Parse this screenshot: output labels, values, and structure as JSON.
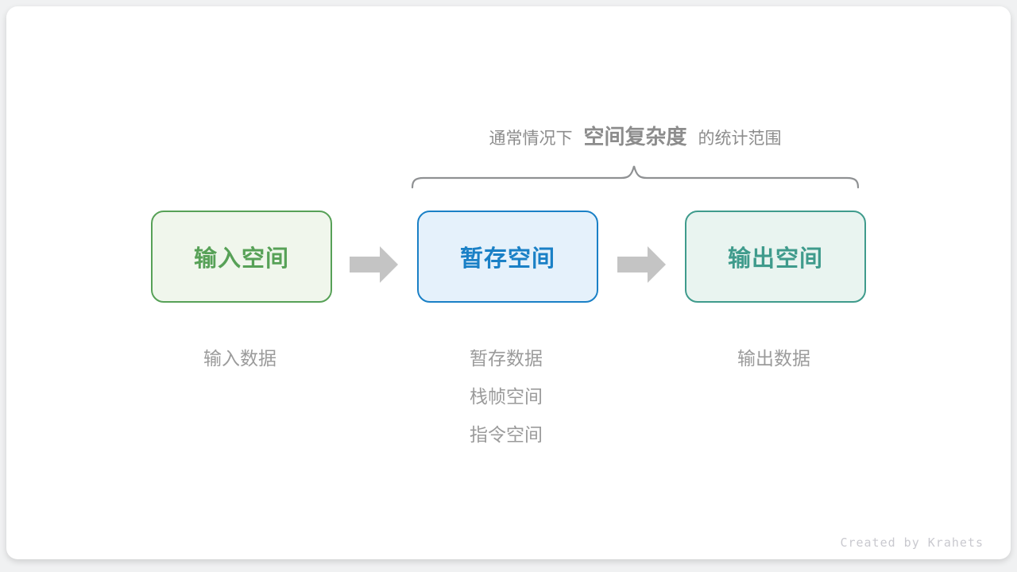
{
  "title": {
    "prefix": "通常情况下",
    "highlight": "空间复杂度",
    "suffix": "的统计范围"
  },
  "boxes": [
    {
      "label": "输入空间",
      "border": "#57a157",
      "bg": "#f0f6ec",
      "notes": [
        "输入数据"
      ]
    },
    {
      "label": "暂存空间",
      "border": "#1a80c6",
      "bg": "#e5f1fb",
      "notes": [
        "暂存数据",
        "栈帧空间",
        "指令空间"
      ]
    },
    {
      "label": "输出空间",
      "border": "#3f9b8c",
      "bg": "#e9f4f0",
      "notes": [
        "输出数据"
      ]
    }
  ],
  "credit": "Created by Krahets",
  "colors": {
    "title_text": "#8c8c8c",
    "brace": "#8f9193",
    "arrow": "#c4c4c4",
    "note_text": "#9b9b9b",
    "credit_text": "#c9c9cf",
    "card_bg": "#ffffff",
    "page_bg": "#f0f1f2"
  }
}
